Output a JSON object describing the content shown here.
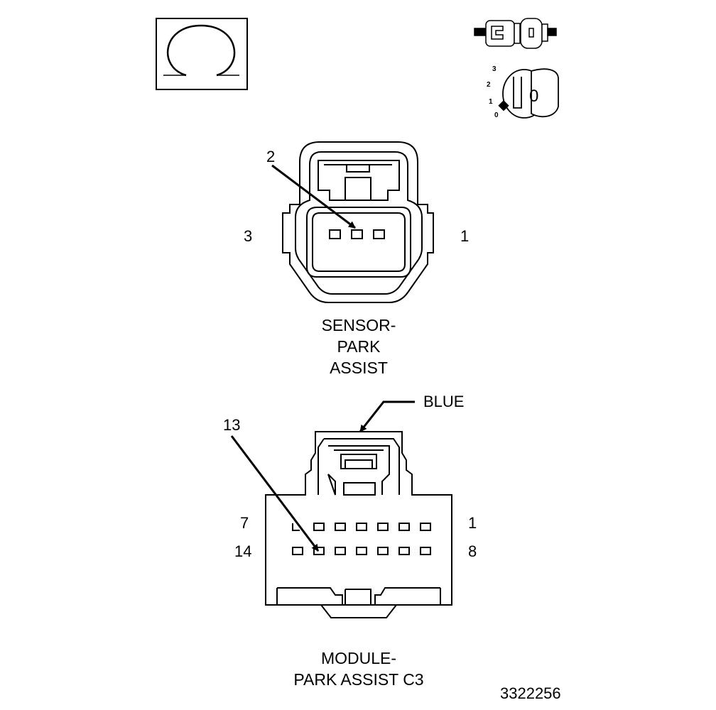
{
  "ignition_icon": {
    "positions": [
      "3",
      "2",
      "1",
      "0"
    ],
    "key_label": "0"
  },
  "sensor_connector": {
    "callout_pin": "2",
    "left_pin": "3",
    "right_pin": "1",
    "caption_lines": [
      "SENSOR-",
      "PARK",
      "ASSIST"
    ]
  },
  "module_connector": {
    "color_callout": "BLUE",
    "callout_pin": "13",
    "row1_left": "7",
    "row1_right": "1",
    "row2_left": "14",
    "row2_right": "8",
    "caption_lines": [
      "MODULE-",
      "PARK ASSIST C3"
    ]
  },
  "figure_id": "3322256"
}
